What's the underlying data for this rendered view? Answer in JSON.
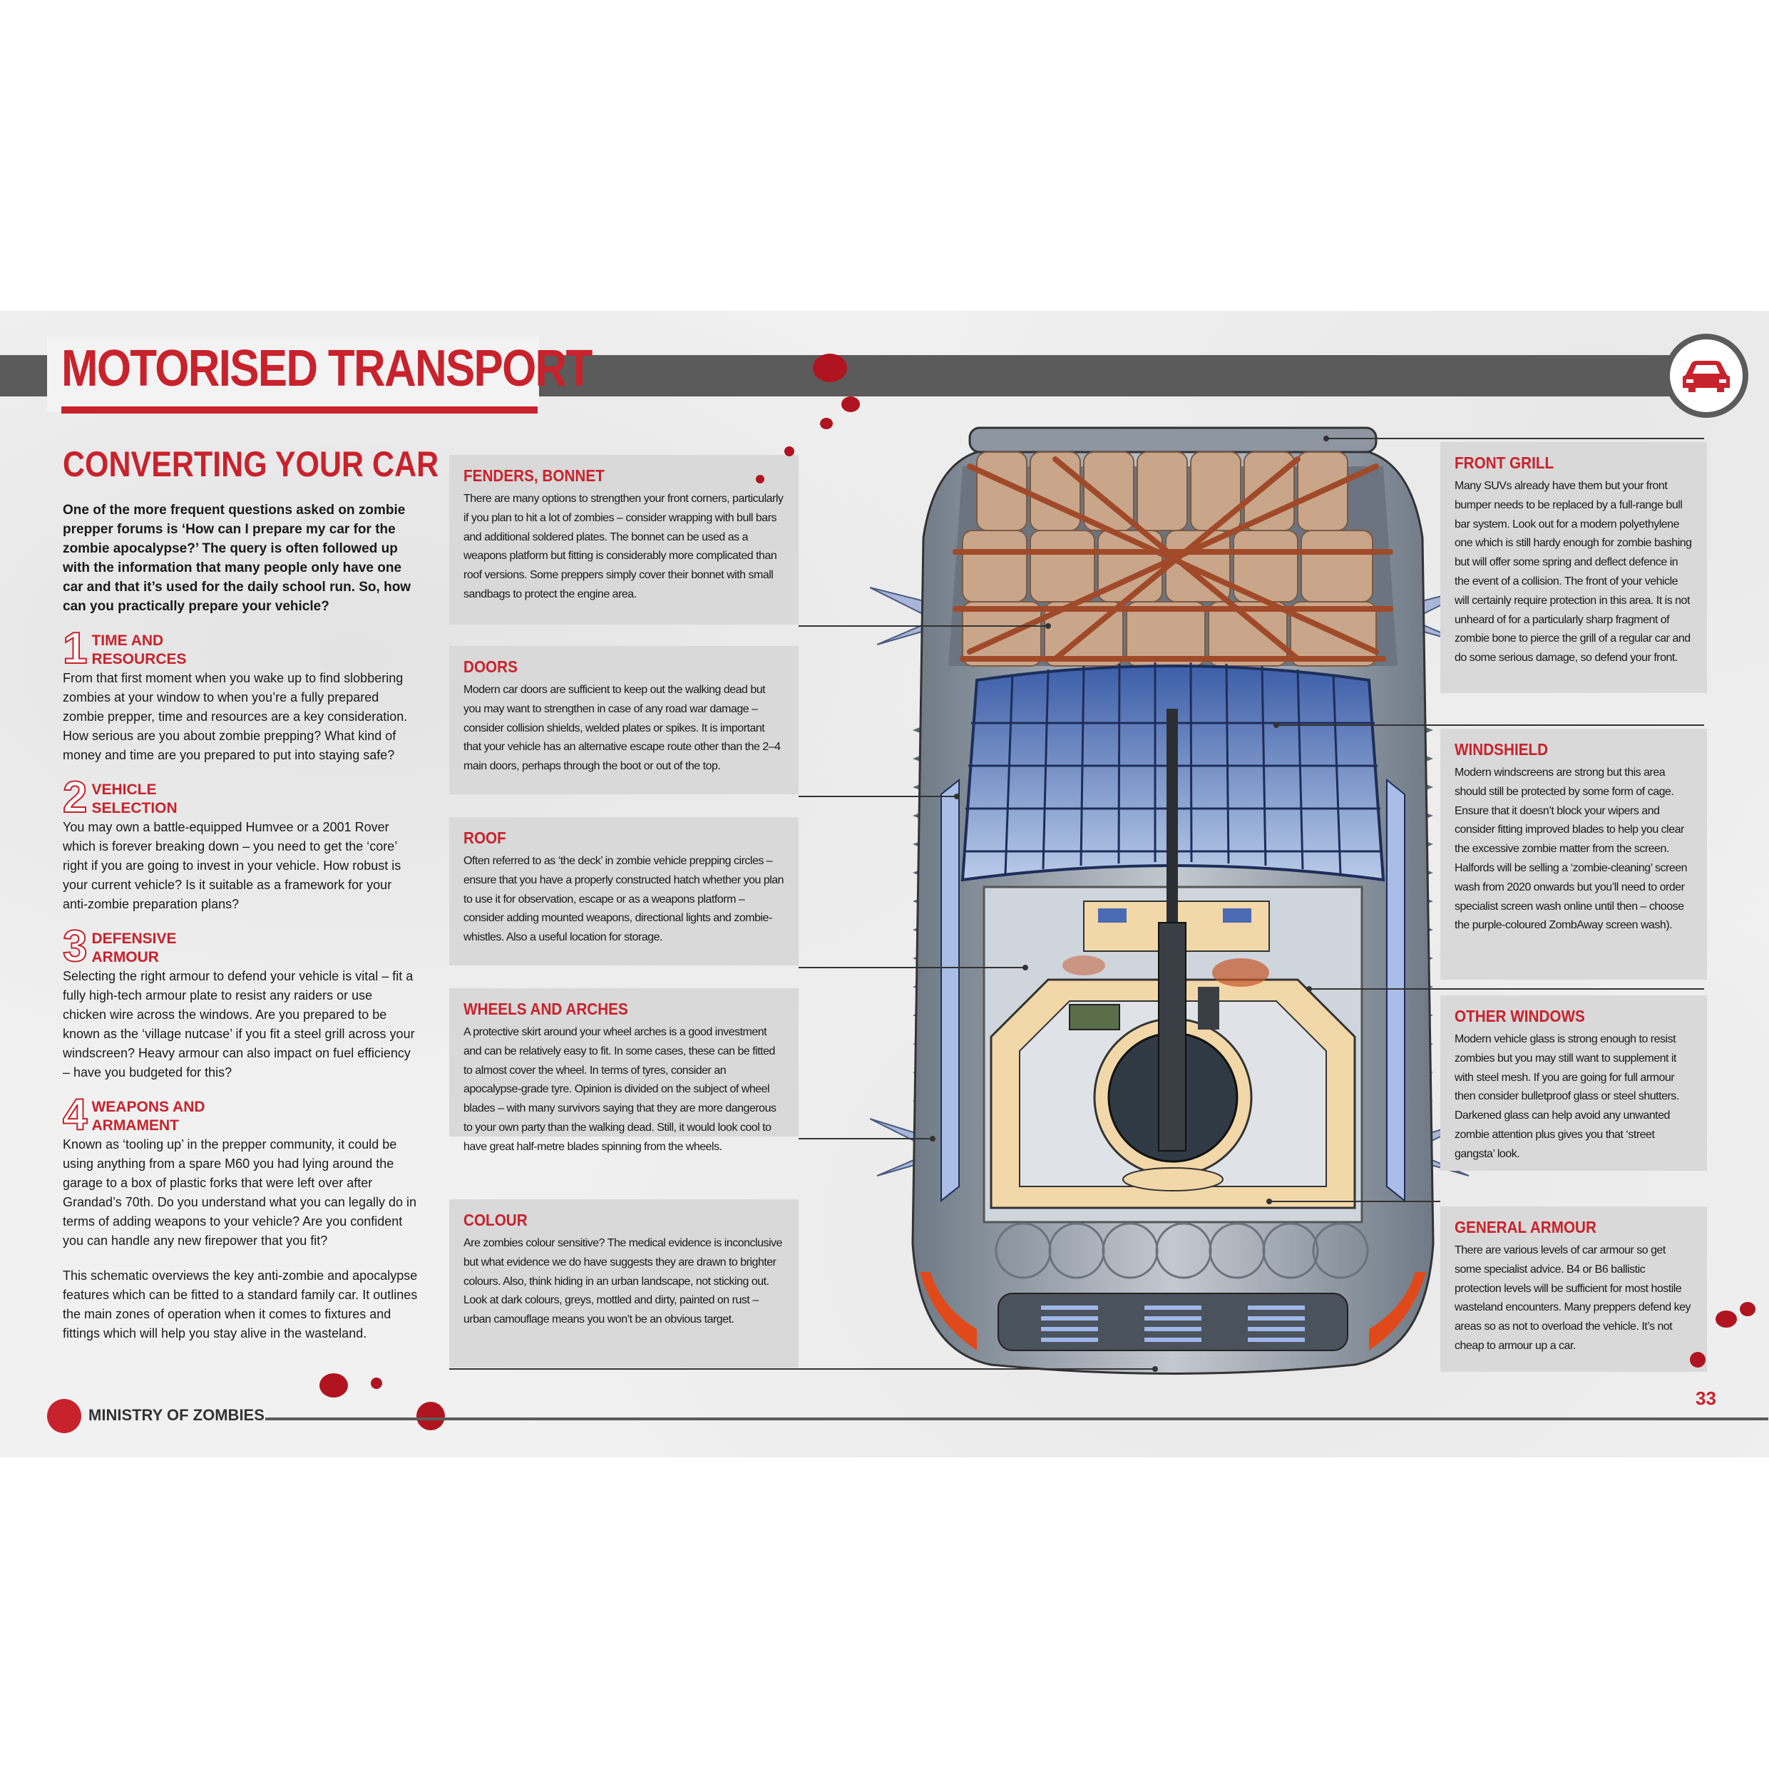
{
  "header": {
    "title": "MOTORISED TRANSPORT"
  },
  "icons": {
    "header_icon": "car-icon",
    "footer_logo": "ministry-of-zombies-logo"
  },
  "colors": {
    "accent_red": "#c8222c",
    "bar_grey": "#5b5b5b",
    "box_grey": "#d9d9d9"
  },
  "left": {
    "heading": "CONVERTING YOUR CAR",
    "intro": "One of the more frequent questions asked on zombie prepper forums is ‘How can I prepare my car for the zombie apocalypse?’ The query is often followed up with the information that many people only have one car and that it’s used for the daily school run. So, how can you practically prepare your vehicle?",
    "sections": [
      {
        "num": "1",
        "title": "TIME AND\nRESOURCES",
        "body": "From that first moment when you wake up to find slobbering zombies at your window to when you’re a fully prepared zombie prepper, time and resources are a key consideration. How serious are you about zombie prepping? What kind of money and time are you prepared to put into staying safe?"
      },
      {
        "num": "2",
        "title": "VEHICLE\nSELECTION",
        "body": "You may own a battle-equipped Humvee or a 2001 Rover which is forever breaking down – you need to get the ‘core’ right if you are going to invest in your vehicle. How robust is your current vehicle? Is it suitable as a framework for your anti-zombie preparation plans?"
      },
      {
        "num": "3",
        "title": "DEFENSIVE\nARMOUR",
        "body": "Selecting the right armour to defend your vehicle is vital – fit a fully high-tech armour plate to resist any raiders or use chicken wire across the windows. Are you prepared to be known as the ‘village nutcase’ if you fit a steel grill across your windscreen? Heavy armour can also impact on fuel efficiency – have you budgeted for this?"
      },
      {
        "num": "4",
        "title": "WEAPONS AND\nARMAMENT",
        "body": "Known as ‘tooling up’ in the prepper community, it could be using anything from a spare M60 you had lying around the garage to a box of plastic forks that were left over after Grandad’s 70th. Do you understand what you can legally do in terms of adding weapons to your vehicle? Are you confident you can handle any new firepower that you fit?"
      }
    ],
    "closing": "This schematic overviews the key anti-zombie and apocalypse features which can be fitted to a standard family car. It outlines the main zones of operation when it comes to fixtures and fittings which will help you stay alive in the wasteland."
  },
  "callouts_left": [
    {
      "title": "FENDERS, BONNET",
      "body": "There are many options to strengthen your front corners, particularly if you plan to hit a lot of zombies – consider wrapping with bull bars and additional soldered plates. The bonnet can be used as a weapons platform but fitting is considerably more complicated than roof versions. Some preppers simply cover their bonnet with small sandbags to protect the engine area."
    },
    {
      "title": "DOORS",
      "body": "Modern car doors are sufficient to keep out the walking dead but you may want to strengthen in case of any road war damage – consider collision shields, welded plates or spikes. It is important that your vehicle has an alternative escape route other than the 2–4 main doors, perhaps through the boot or out of the top."
    },
    {
      "title": "ROOF",
      "body": "Often referred to as ‘the deck’ in zombie vehicle prepping circles – ensure that you have a properly constructed hatch whether you plan to use it for observation, escape or as a weapons platform – consider adding mounted weapons, directional lights and zombie-whistles. Also a useful location for storage."
    },
    {
      "title": "WHEELS AND ARCHES",
      "body": "A protective skirt around your wheel arches is a good investment and can be relatively easy to fit. In some cases, these can be fitted to almost cover the wheel. In terms of tyres, consider an apocalypse-grade tyre. Opinion is divided on the subject of wheel blades – with many survivors saying that they are more dangerous to your own party than the walking dead. Still, it would look cool to have great half-metre blades spinning from the wheels."
    },
    {
      "title": "COLOUR",
      "body": "Are zombies colour sensitive? The medical evidence is inconclusive but what evidence we do have suggests they are drawn to brighter colours. Also, think hiding in an urban landscape, not sticking out. Look at dark colours, greys, mottled and dirty, painted on rust – urban camouflage means you won’t be an obvious target."
    }
  ],
  "callouts_right": [
    {
      "title": "FRONT GRILL",
      "body": "Many SUVs already have them but your front bumper needs to be replaced by a full-range bull bar system. Look out for a modern polyethylene one which is still hardy enough for zombie bashing but will offer some spring and deflect defence in the event of a collision. The front of your vehicle will certainly require protection in this area. It is not unheard of for a particularly sharp fragment of zombie bone to pierce the grill of a regular car and do some serious damage, so defend your front."
    },
    {
      "title": "WINDSHIELD",
      "body": "Modern windscreens are strong but this area should still be protected by some form of cage. Ensure that it doesn’t block your wipers and consider fitting improved blades to help you clear the excessive zombie matter from the screen. Halfords will be selling a ‘zombie-cleaning’ screen wash from 2020 onwards but you’ll need to order specialist screen wash online until then – choose the purple-coloured ZombAway screen wash)."
    },
    {
      "title": "OTHER WINDOWS",
      "body": "Modern vehicle glass is strong enough to resist zombies but you may still want to supplement it with steel mesh. If you are going for full armour then consider bulletproof glass or steel shutters. Darkened glass can help avoid any unwanted zombie attention plus gives you that ‘street gangsta’ look."
    },
    {
      "title": "GENERAL ARMOUR",
      "body": "There are various levels of car armour so get some specialist advice. B4 or B6 ballistic protection levels will be sufficient for most hostile wasteland encounters. Many preppers defend key areas so as not to overload the vehicle. It’s not cheap to armour up a car."
    }
  ],
  "footer": {
    "brand": "MINISTRY OF ZOMBIES",
    "page_number": "33"
  }
}
